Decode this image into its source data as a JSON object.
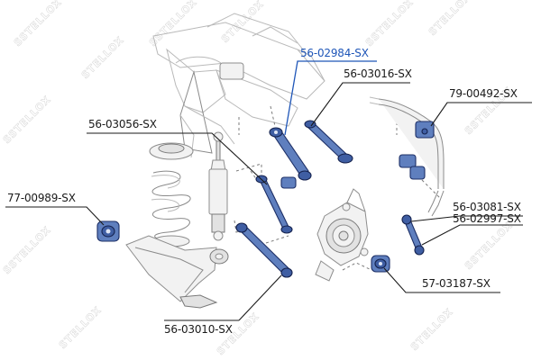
{
  "watermark": {
    "brand_a": "STELLOX",
    "brand_b": "SSTELLOX"
  },
  "labels": {
    "p1": "56-02984-SX",
    "p2": "56-03016-SX",
    "p3": "79-00492-SX",
    "p4": "56-03056-SX",
    "p5": "77-00989-SX",
    "p6": "56-03081-SX",
    "p7": "56-02997-SX",
    "p8": "57-03187-SX",
    "p9": "56-03010-SX"
  },
  "colors": {
    "highlight": "#1f56b8",
    "part_fill": "#5f7fbe",
    "part_stroke": "#1d2f66",
    "text": "#1a1a1a"
  }
}
